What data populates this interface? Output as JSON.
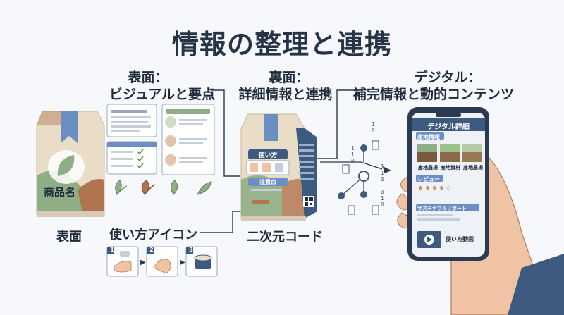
{
  "title": "情報の整理と連携",
  "sections": {
    "front": {
      "heading_line1": "表面：",
      "heading_line2": "ビジュアルと要点"
    },
    "back": {
      "heading_line1": "裏面：",
      "heading_line2": "詳細情報と連携"
    },
    "digital": {
      "heading_line1": "デジタル：",
      "heading_line2": "補完情報と動的コンテンツ"
    }
  },
  "front_bag": {
    "product_name": "商品名",
    "caption": "表面"
  },
  "usage_icons": {
    "caption": "使い方アイコン",
    "steps": [
      "1",
      "2",
      "3"
    ]
  },
  "back_bag": {
    "usage_label": "使い方",
    "notes_label": "注意点",
    "caption": "二次元コード"
  },
  "binary": {
    "top": "1\n0",
    "left": "1\n1\n0",
    "right_top": "1\n1\n0",
    "right_bottom": "0\n1\n0"
  },
  "phone": {
    "header": "デジタル詳細",
    "origin_label": "産地情報",
    "photos": [
      "産地農場",
      "産地資材",
      "産地農場"
    ],
    "review_label": "レビュー",
    "stars": "★★★★☆",
    "rating": 4,
    "report_label": "サステナブルリポート",
    "video_label": "使い方動画"
  },
  "colors": {
    "navy": "#3d5a80",
    "green": "#8fae86",
    "brown": "#b07550",
    "beige": "#e9ddc8",
    "blue": "#6b8fc2"
  }
}
